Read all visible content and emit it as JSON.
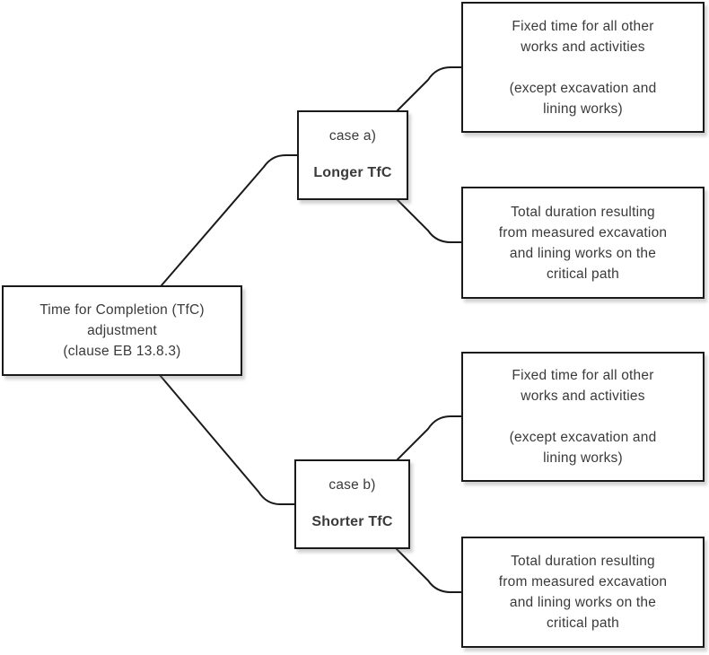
{
  "colors": {
    "box_border": "#1a1a1a",
    "text": "#3a3a3a",
    "connector": "#1a1a1a",
    "background": "#ffffff"
  },
  "nodes": {
    "root": {
      "text": "Time for Completion (TfC)\nadjustment\n(clause EB 13.8.3)"
    },
    "case_a": {
      "case_label": "case a)",
      "result_label": "Longer TfC"
    },
    "case_b": {
      "case_label": "case b)",
      "result_label": "Shorter TfC"
    },
    "outcome_fixed_a": {
      "text": "Fixed time for all other\nworks and activities\n\n(except excavation and\nlining works)"
    },
    "outcome_duration_a": {
      "text": "Total duration resulting\nfrom measured excavation\nand lining works on the\ncritical path"
    },
    "outcome_fixed_b": {
      "text": "Fixed time for all other\nworks and activities\n\n(except excavation and\nlining works)"
    },
    "outcome_duration_b": {
      "text": "Total duration resulting\nfrom measured excavation\nand lining works on the\ncritical path"
    }
  }
}
